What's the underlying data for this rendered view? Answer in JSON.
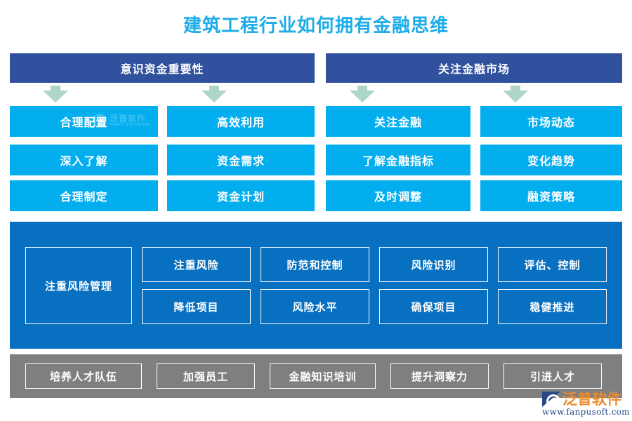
{
  "page": {
    "title": "建筑工程行业如何拥有金融思维",
    "background": "#ffffff"
  },
  "colors": {
    "title_cyan": "#1CACE8",
    "header_navy": "#30519E",
    "box_cyan": "#03AEEF",
    "panel_blue": "#0870C0",
    "bottom_gray": "#7F7F7F",
    "arrow_green": "#AED5C6",
    "logo_orange": "#E98B2F",
    "logo_navy": "#2A4A87"
  },
  "headers": [
    {
      "label": "意识资金重要性"
    },
    {
      "label": "关注金融市场"
    }
  ],
  "arrows": [
    {
      "name": "arrow-down-1"
    },
    {
      "name": "arrow-down-2"
    },
    {
      "name": "arrow-down-3"
    },
    {
      "name": "arrow-down-4"
    }
  ],
  "grid": {
    "columns": [
      {
        "cells": [
          "合理配置",
          "深入了解",
          "合理制定"
        ]
      },
      {
        "cells": [
          "高效利用",
          "资金需求",
          "资金计划"
        ]
      },
      {
        "cells": [
          "关注金融",
          "了解金融指标",
          "及时调整"
        ]
      },
      {
        "cells": [
          "市场动态",
          "变化趋势",
          "融资策略"
        ]
      }
    ]
  },
  "risk_panel": {
    "main_label": "注重风险管理",
    "columns": [
      {
        "top": "注重风险",
        "bottom": "降低项目"
      },
      {
        "top": "防范和控制",
        "bottom": "风险水平"
      },
      {
        "top": "风险识别",
        "bottom": "确保项目"
      },
      {
        "top": "评估、控制",
        "bottom": "稳健推进"
      }
    ]
  },
  "bottom_bar": {
    "items": [
      {
        "label": "培养人才队伍"
      },
      {
        "label": "加强员工"
      },
      {
        "label": "金融知识培训"
      },
      {
        "label": "提升洞察力"
      },
      {
        "label": "引进人才"
      }
    ]
  },
  "watermark": {
    "brand": "泛普软件",
    "sub": "FANPU SOFTWARE"
  },
  "logo": {
    "brand": "泛普软件",
    "url": "www.fanpusoft.com"
  }
}
